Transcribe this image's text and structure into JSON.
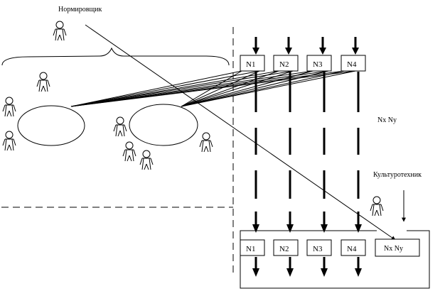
{
  "labels": {
    "normirovshchik": "Нормировщик",
    "kulturotekhnik": "Культуротехник",
    "nx_ny_middle": "Nx  Ny",
    "nx_ny_box": "Nx  Ny"
  },
  "top_boxes": [
    "N1",
    "N2",
    "N3",
    "N4"
  ],
  "bottom_boxes": [
    "N1",
    "N2",
    "N3",
    "N4"
  ],
  "colors": {
    "ink": "#000000",
    "background": "#ffffff"
  }
}
